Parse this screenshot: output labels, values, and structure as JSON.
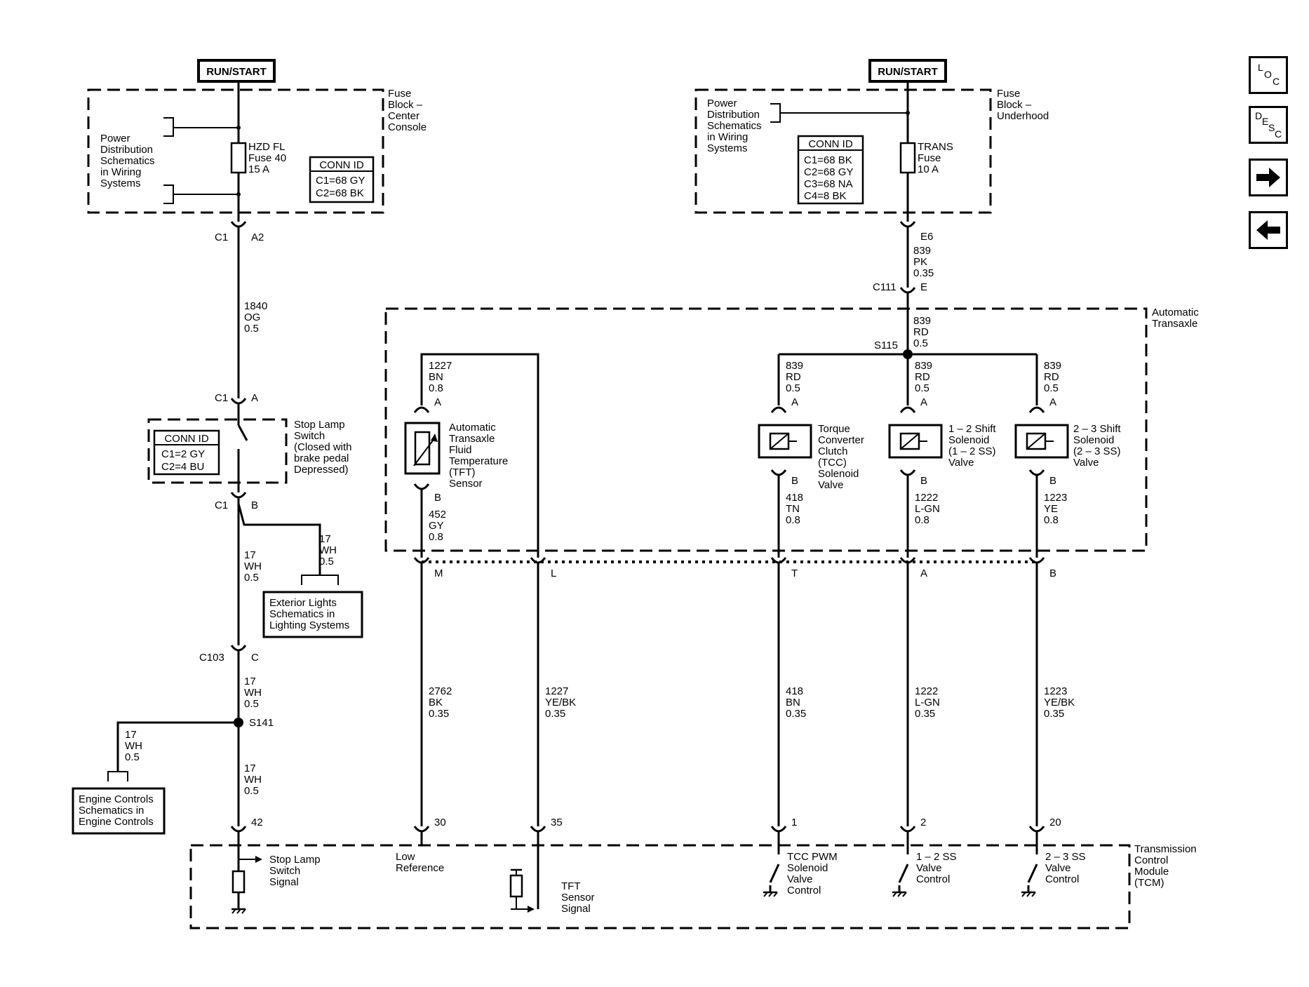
{
  "power": {
    "left_source": "RUN/START",
    "right_source": "RUN/START"
  },
  "fuse_block_center": {
    "title": [
      "Fuse",
      "Block –",
      "Center",
      "Console"
    ],
    "power_dist": [
      "Power",
      "Distribution",
      "Schematics",
      "in Wiring",
      "Systems"
    ],
    "fuse": [
      "HZD FL",
      "Fuse 40",
      "15 A"
    ],
    "conn_id_title": "CONN ID",
    "conn_ids": [
      "C1=68 GY",
      "C2=68 BK"
    ]
  },
  "fuse_block_underhood": {
    "title": [
      "Fuse",
      "Block –",
      "Underhood"
    ],
    "power_dist": [
      "Power",
      "Distribution",
      "Schematics",
      "in Wiring",
      "Systems"
    ],
    "fuse": [
      "TRANS",
      "Fuse",
      "10 A"
    ],
    "conn_id_title": "CONN ID",
    "conn_ids": [
      "C1=68 BK",
      "C2=68 GY",
      "C3=68 NA",
      "C4=8 BK"
    ]
  },
  "left_circuit": {
    "c1_a2_conn": "C1",
    "c1_a2_pin": "A2",
    "wire_1840": [
      "1840",
      "OG",
      "0.5"
    ],
    "c1_a_conn": "C1",
    "c1_a_pin": "A",
    "stop_lamp_switch": [
      "Stop Lamp",
      "Switch",
      "(Closed with",
      "brake pedal",
      "Depressed)"
    ],
    "conn_id_title": "CONN ID",
    "conn_ids": [
      "C1=2 GY",
      "C2=4 BU"
    ],
    "c1_b_conn": "C1",
    "c1_b_pin": "B",
    "wire_17_branch": [
      "17",
      "WH",
      "0.5"
    ],
    "exterior_lights": [
      "Exterior Lights",
      "Schematics in",
      "Lighting Systems"
    ],
    "wire_17_a": [
      "17",
      "WH",
      "0.5"
    ],
    "c103_conn": "C103",
    "c103_pin": "C",
    "wire_17_b": [
      "17",
      "WH",
      "0.5"
    ],
    "splice": "S141",
    "wire_17_engine": [
      "17",
      "WH",
      "0.5"
    ],
    "engine_controls": [
      "Engine Controls",
      "Schematics in",
      "Engine Controls"
    ],
    "wire_17_c": [
      "17",
      "WH",
      "0.5"
    ],
    "tcm_pin": "42"
  },
  "right_feed": {
    "e6_pin": "E6",
    "wire_839_pk": [
      "839",
      "PK",
      "0.35"
    ],
    "c111_conn": "C111",
    "c111_pin": "E",
    "wire_839_rd": [
      "839",
      "RD",
      "0.5"
    ],
    "splice": "S115"
  },
  "transaxle": {
    "title": [
      "Automatic",
      "Transaxle"
    ],
    "tft": {
      "wire_top": [
        "1227",
        "BN",
        "0.8"
      ],
      "pin_a": "A",
      "label": [
        "Automatic",
        "Transaxle",
        "Fluid",
        "Temperature",
        "(TFT)",
        "Sensor"
      ],
      "pin_b": "B",
      "wire_bottom": [
        "452",
        "GY",
        "0.8"
      ]
    },
    "tcc": {
      "wire_top": [
        "839",
        "RD",
        "0.5"
      ],
      "pin_a": "A",
      "label": [
        "Torque",
        "Converter",
        "Clutch",
        "(TCC)",
        "Solenoid",
        "Valve"
      ],
      "pin_b": "B",
      "wire_bottom": [
        "418",
        "TN",
        "0.8"
      ]
    },
    "ss12": {
      "wire_top": [
        "839",
        "RD",
        "0.5"
      ],
      "pin_a": "A",
      "label": [
        "1 – 2 Shift",
        "Solenoid",
        "(1 – 2 SS)",
        "Valve"
      ],
      "pin_b": "B",
      "wire_bottom": [
        "1222",
        "L-GN",
        "0.8"
      ]
    },
    "ss23": {
      "wire_top": [
        "839",
        "RD",
        "0.5"
      ],
      "pin_a": "A",
      "label": [
        "2 – 3 Shift",
        "Solenoid",
        "(2 – 3 SS)",
        "Valve"
      ],
      "pin_b": "B",
      "wire_bottom": [
        "1223",
        "YE",
        "0.8"
      ]
    },
    "connector_pins": [
      "M",
      "L",
      "T",
      "A",
      "B"
    ]
  },
  "harness": {
    "wire_m": [
      "2762",
      "BK",
      "0.35"
    ],
    "wire_l": [
      "1227",
      "YE/BK",
      "0.35"
    ],
    "wire_t": [
      "418",
      "BN",
      "0.35"
    ],
    "wire_a": [
      "1222",
      "L-GN",
      "0.35"
    ],
    "wire_b": [
      "1223",
      "YE/BK",
      "0.35"
    ]
  },
  "tcm": {
    "title": [
      "Transmission",
      "Control",
      "Module",
      "(TCM)"
    ],
    "pins": [
      "30",
      "35",
      "1",
      "2",
      "20"
    ],
    "stop_lamp_signal": [
      "Stop Lamp",
      "Switch",
      "Signal"
    ],
    "low_reference": [
      "Low",
      "Reference"
    ],
    "tft_signal": [
      "TFT",
      "Sensor",
      "Signal"
    ],
    "tcc_control": [
      "TCC PWM",
      "Solenoid",
      "Valve",
      "Control"
    ],
    "ss12_control": [
      "1 – 2 SS",
      "Valve",
      "Control"
    ],
    "ss23_control": [
      "2 – 3 SS",
      "Valve",
      "Control"
    ]
  },
  "nav": {
    "loc": [
      "L",
      "O",
      "C"
    ],
    "desc": [
      "D",
      "E",
      "S",
      "C"
    ],
    "next_icon": "arrow-right-icon",
    "back_icon": "arrow-left-icon"
  }
}
